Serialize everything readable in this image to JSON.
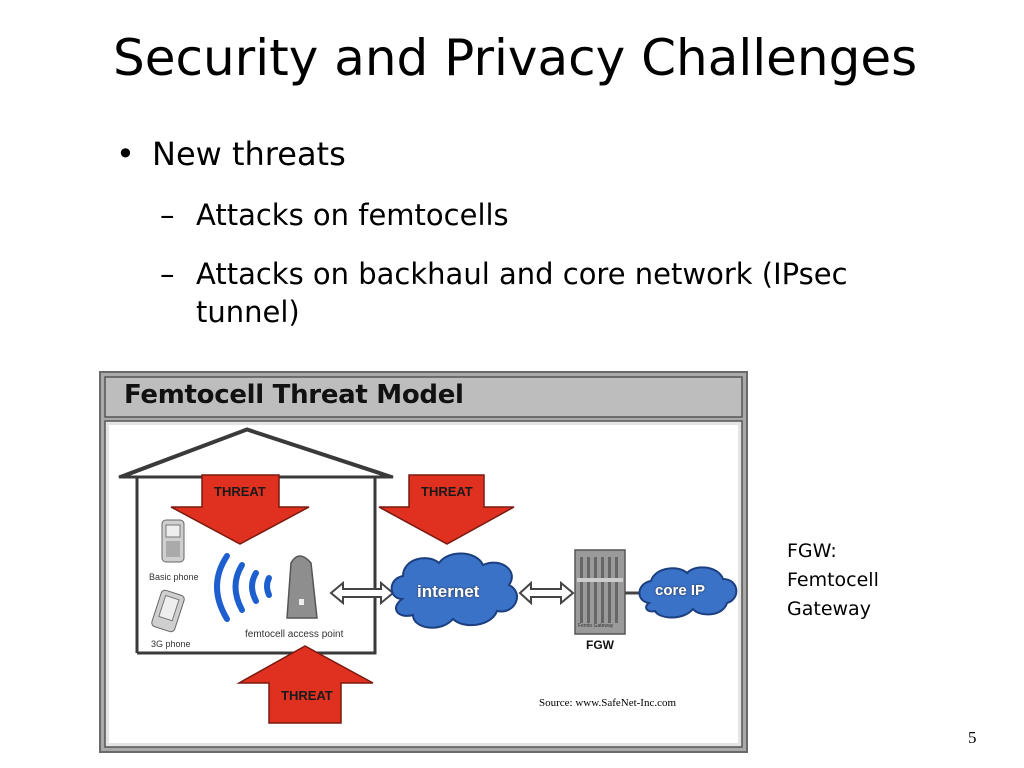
{
  "slide": {
    "title": "Security and Privacy Challenges",
    "bullet": {
      "marker": "•",
      "text": "New threats"
    },
    "subbullets": [
      {
        "marker": "–",
        "text": "Attacks on femtocells"
      },
      {
        "marker": "–",
        "text": "Attacks on backhaul and core network (IPsec tunnel)"
      }
    ],
    "side_note": [
      "FGW:",
      "Femtocell",
      "Gateway"
    ],
    "page_number": "5"
  },
  "figure": {
    "title": "Femtocell Threat Model",
    "threat_labels": [
      "THREAT",
      "THREAT",
      "THREAT"
    ],
    "basic_phone_label": "Basic phone",
    "phone_3g_label": "3G phone",
    "access_point_label": "femtocell access point",
    "internet_label": "internet",
    "core_ip_label": "core IP",
    "fgw_label": "FGW",
    "gateway_device_label": "Femto Gateway",
    "source": "Source: www.SafeNet-Inc.com",
    "colors": {
      "threat_arrow": "#e03020",
      "cloud": "#3a72c8",
      "signal": "#1e5fd0",
      "header_bar": "#b9b9b9"
    }
  }
}
